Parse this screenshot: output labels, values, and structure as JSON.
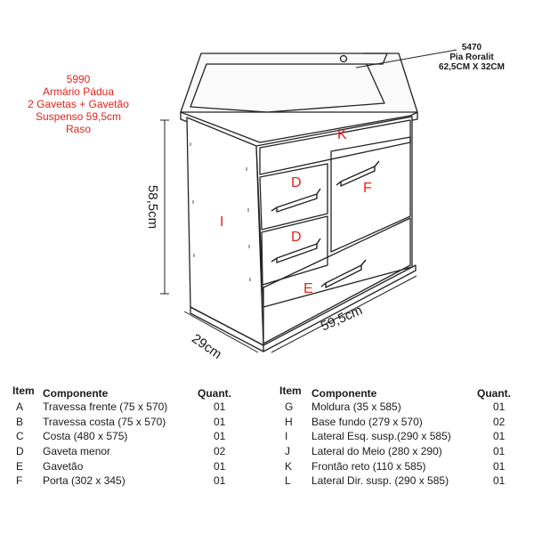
{
  "product": {
    "title_lines": [
      "5990",
      "Armário Pádua",
      "2 Gavetas + Gavetão",
      "Suspenso 59,5cm",
      "Raso"
    ]
  },
  "sink": {
    "code": "5470",
    "name": "Pia Roralit",
    "size": "62,5CM X 32CM"
  },
  "dimensions": {
    "height": "58,5cm",
    "depth": "29cm",
    "width": "59,5cm"
  },
  "part_labels": {
    "K": "K",
    "D1": "D",
    "D2": "D",
    "F": "F",
    "I": "I",
    "E": "E"
  },
  "legend": {
    "headers": {
      "item": "Item",
      "component": "Componente",
      "quantity": "Quant."
    },
    "left": [
      {
        "item": "A",
        "component": "Travessa frente (75 x 570)",
        "qty": "01"
      },
      {
        "item": "B",
        "component": "Travessa costa (75 x 570)",
        "qty": "01"
      },
      {
        "item": "C",
        "component": "Costa (480 x 575)",
        "qty": "01"
      },
      {
        "item": "D",
        "component": "Gaveta menor",
        "qty": "02"
      },
      {
        "item": "E",
        "component": "Gavetão",
        "qty": "01"
      },
      {
        "item": "F",
        "component": "Porta (302 x 345)",
        "qty": "01"
      }
    ],
    "right": [
      {
        "item": "G",
        "component": "Moldura (35 x 585)",
        "qty": "01"
      },
      {
        "item": "H",
        "component": "Base fundo (279 x 570)",
        "qty": "02"
      },
      {
        "item": "I",
        "component": "Lateral Esq. susp.(290 x 585)",
        "qty": "01"
      },
      {
        "item": "J",
        "component": "Lateral do Meio (280 x 290)",
        "qty": "01"
      },
      {
        "item": "K",
        "component": "Frontão reto (110 x 585)",
        "qty": "01"
      },
      {
        "item": "L",
        "component": "Lateral Dir. susp. (290 x 585)",
        "qty": "01"
      }
    ]
  }
}
